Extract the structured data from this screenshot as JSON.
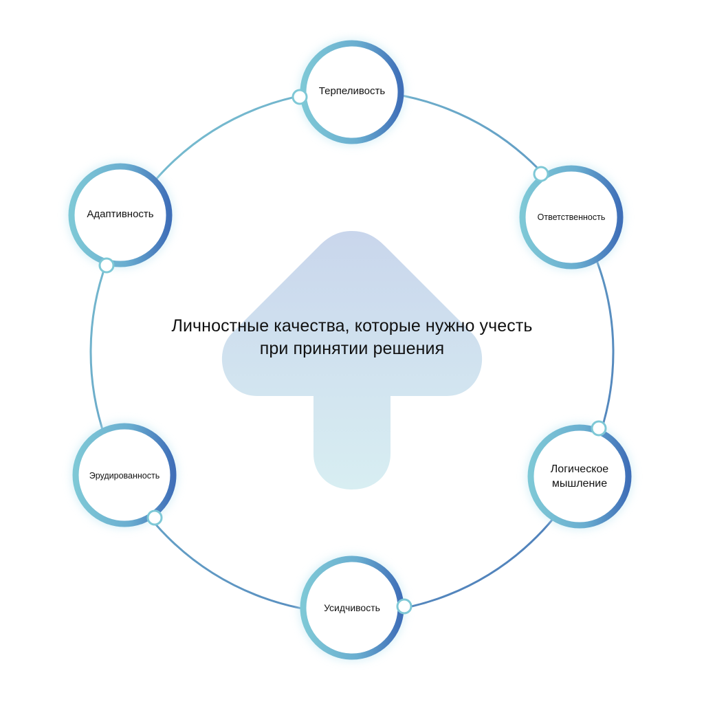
{
  "center": {
    "title_line1": "Личностные качества, которые нужно учесть",
    "title_line2": "при принятии решения"
  },
  "qualities": [
    {
      "label": "Терпеливость"
    },
    {
      "label": "Ответственность"
    },
    {
      "label": "Логическое мышление"
    },
    {
      "label": "Усидчивость"
    },
    {
      "label": "Эрудированность"
    },
    {
      "label": "Адаптивность"
    }
  ],
  "colors": {
    "ring_light": "#7ec8d6",
    "ring_dark": "#3f6fb8",
    "arrow_top": "#c9d6ec",
    "arrow_bottom": "#d8eef2"
  }
}
